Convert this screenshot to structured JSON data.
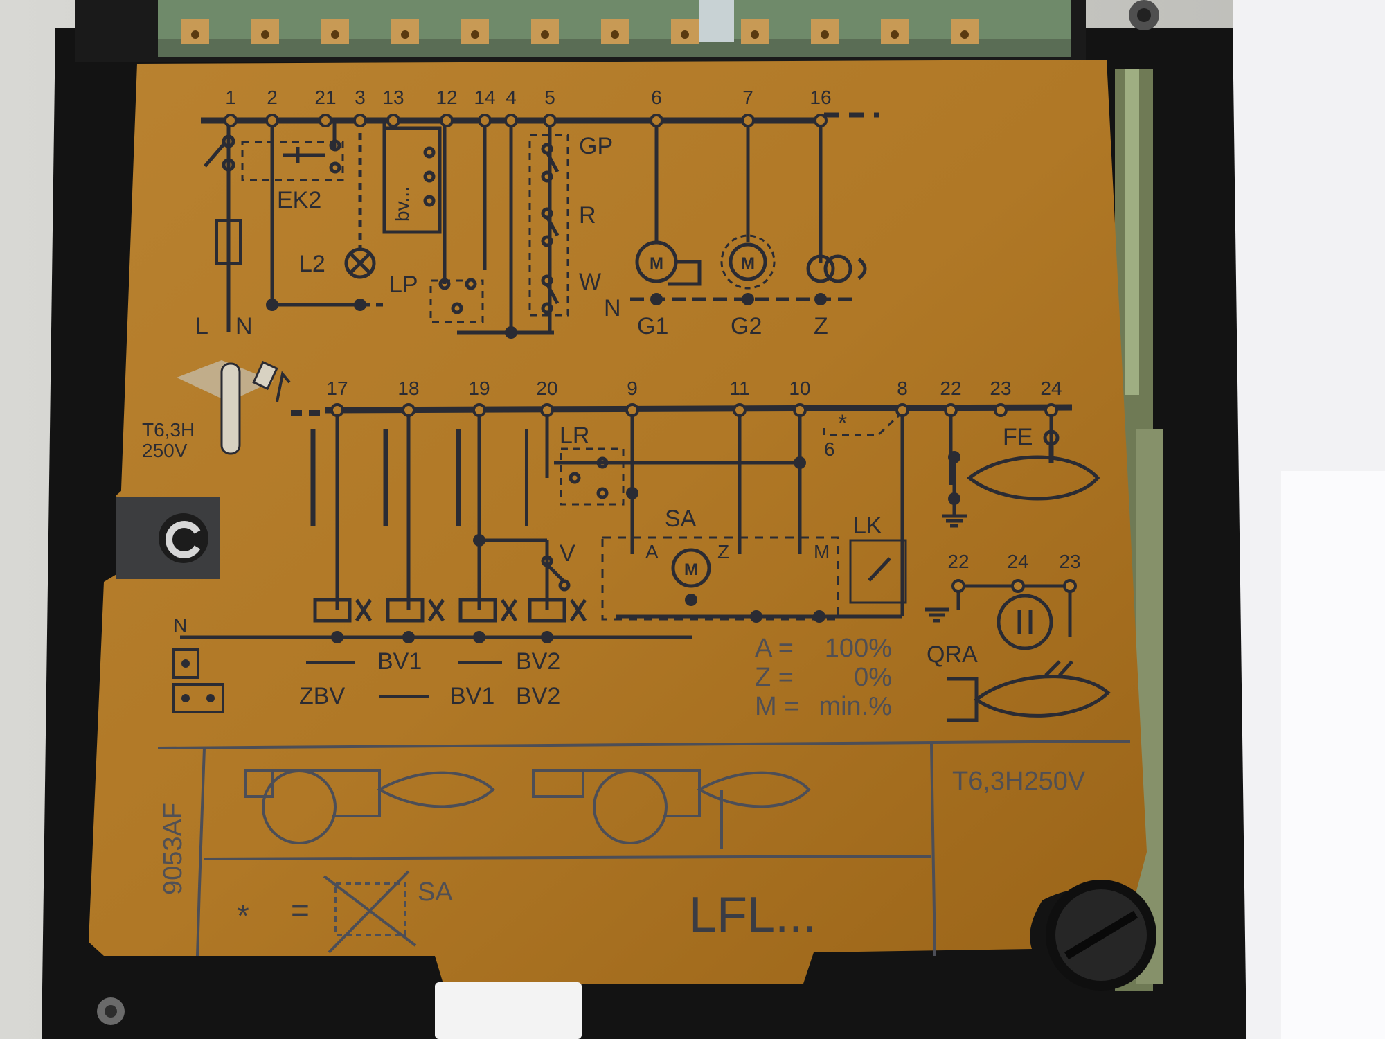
{
  "photo": {
    "colors": {
      "board": "#b47c2a",
      "board_dark": "#8f5d18",
      "ink": "#2a2b33",
      "housing": "#141414",
      "background": "#c9c9c4"
    },
    "upper_circuit": {
      "terminals": [
        "1",
        "2",
        "21",
        "3",
        "13",
        "12",
        "14",
        "4",
        "5",
        "6",
        "7",
        "16"
      ],
      "labels": {
        "gp": "GP",
        "r": "R",
        "w": "W",
        "ek2": "EK2",
        "l2": "L2",
        "lp": "LP",
        "bv": "bv...",
        "l": "L",
        "n_left": "N",
        "n_mid": "N",
        "g1": "G1",
        "g2": "G2",
        "z": "Z"
      },
      "motor_symbol": "M"
    },
    "lower_circuit": {
      "terminals": [
        "17",
        "18",
        "19",
        "20",
        "9",
        "11",
        "10",
        "8",
        "22",
        "23",
        "24"
      ],
      "fuse": {
        "line1": "T6,3H",
        "line2": "250V"
      },
      "labels": {
        "lr": "LR",
        "sa": "SA",
        "v": "V",
        "a": "A",
        "z": "Z",
        "m": "M",
        "lk": "LK",
        "six": "6",
        "fe": "FE",
        "n": "N",
        "star": "*"
      },
      "qra": {
        "label": "QRA",
        "terminals": [
          "22",
          "24",
          "23"
        ]
      },
      "valve_legend": [
        {
          "left": "",
          "a": "BV1",
          "b": "BV2"
        },
        {
          "left": "ZBV",
          "a": "BV1",
          "b": "BV2"
        }
      ],
      "positions": [
        {
          "key": "A",
          "value": "100%"
        },
        {
          "key": "Z",
          "value": "0%"
        },
        {
          "key": "M",
          "value": "min.%"
        }
      ]
    },
    "bottom_panel": {
      "code": "9053AF",
      "fuse_rating": "T6,3H250V",
      "product": "LFL...",
      "star_note": {
        "sym": "*",
        "equals": "=",
        "ref": "SA"
      }
    }
  }
}
